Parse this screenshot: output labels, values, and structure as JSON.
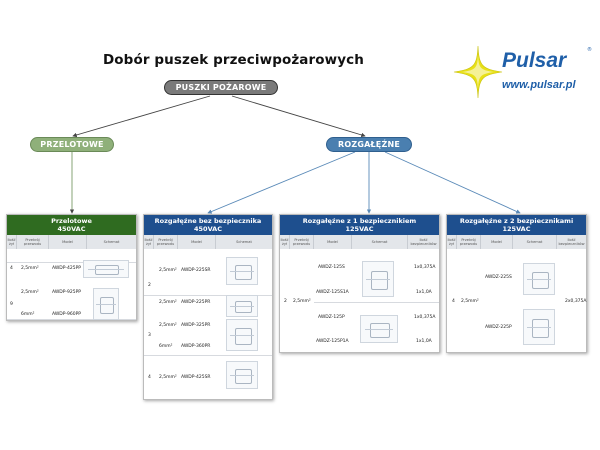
{
  "title": "Dobór puszek przeciwpożarowych",
  "logo": {
    "brand": "Pulsar",
    "url": "www.pulsar.pl",
    "reg_mark": "®"
  },
  "nodes": {
    "root": "PUSZKI POŻAROWE",
    "left": "PRZELOTOWE",
    "right": "ROZGAŁĘŹNE"
  },
  "colors": {
    "green_header": "#2f6b20",
    "blue_header": "#1e4f8e",
    "root": "#7a7a7a",
    "left_node": "#8fb07a",
    "right_node": "#4a7fb0",
    "logo_blue": "#1f5fa8",
    "logo_star": "#e8e017"
  },
  "panels": {
    "przelotowe": {
      "title1": "Przelotowe",
      "title2": "450VAC",
      "cols": [
        "Ilość żył",
        "Przekrój przewodu",
        "Model",
        "Schemat"
      ],
      "rows": [
        {
          "ilosc": "4",
          "przekroj": "2,5mm²",
          "model": "AWDP-425PP"
        },
        {
          "ilosc": "9",
          "przekroj": "2,5mm²",
          "model": "AWDP-925PP"
        },
        {
          "ilosc": "",
          "przekroj": "6mm²",
          "model": "AWDP-960PP"
        }
      ]
    },
    "bez": {
      "title1": "Rozgałęźne bez bezpiecznika",
      "title2": "450VAC",
      "cols": [
        "Ilość żył",
        "Przekrój przewodu",
        "Model",
        "Schemat"
      ],
      "groups": [
        "2",
        "3",
        "4"
      ],
      "rows": [
        {
          "przekroj": "2,5mm²",
          "model": "AWDP-225SR"
        },
        {
          "przekroj": "2,5mm²",
          "model": "AWDP-225PR"
        },
        {
          "przekroj": "2,5mm²",
          "model": "AWDP-325PR"
        },
        {
          "przekroj": "6mm²",
          "model": "AWDP-360PR"
        },
        {
          "przekroj": "2,5mm²",
          "model": "AWDP-425SR"
        }
      ]
    },
    "z1": {
      "title1": "Rozgałęźne z 1 bezpiecznikiem",
      "title2": "125VAC",
      "cols": [
        "Ilość żył",
        "Przekrój przewodu",
        "Model",
        "Schemat",
        "Ilość bezpieczników"
      ],
      "ilosc": "2",
      "przekroj": "2,5mm²",
      "rows": [
        {
          "model": "AWDZ-125S",
          "fuse": "1x0,375A"
        },
        {
          "model": "AWDZ-125S1A",
          "fuse": "1x1,0A"
        },
        {
          "model": "AWDZ-125P",
          "fuse": "1x0,375A"
        },
        {
          "model": "AWDZ-125P1A",
          "fuse": "1x1,0A"
        }
      ]
    },
    "z2": {
      "title1": "Rozgałęźne z 2 bezpiecznikami",
      "title2": "125VAC",
      "cols": [
        "Ilość żył",
        "Przekrój przewodu",
        "Model",
        "Schemat",
        "Ilość bezpieczników"
      ],
      "ilosc": "4",
      "przekroj": "2,5mm²",
      "fuse": "2x0,375A",
      "rows": [
        {
          "model": "AWDZ-225S"
        },
        {
          "model": "AWDZ-225P"
        }
      ]
    }
  }
}
